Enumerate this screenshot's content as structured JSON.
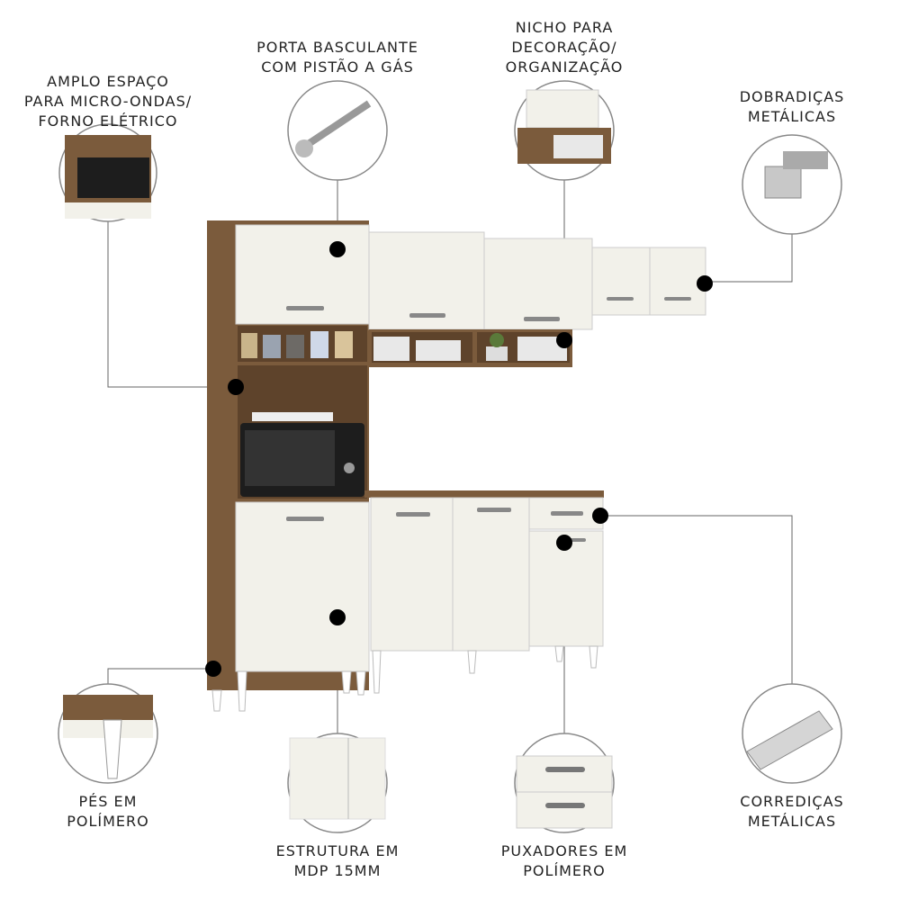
{
  "features": [
    {
      "id": "microwave",
      "lines": [
        "AMPLO ESPAÇO",
        "PARA MICRO-ONDAS/",
        "FORNO ELÉTRICO"
      ]
    },
    {
      "id": "piston",
      "lines": [
        "PORTA BASCULANTE",
        "COM PISTÃO A GÁS"
      ]
    },
    {
      "id": "niche",
      "lines": [
        "NICHO PARA",
        "DECORAÇÃO/",
        "ORGANIZAÇÃO"
      ]
    },
    {
      "id": "hinges",
      "lines": [
        "DOBRADIÇAS",
        "METÁLICAS"
      ]
    },
    {
      "id": "feet",
      "lines": [
        "PÉS EM",
        "POLÍMERO"
      ]
    },
    {
      "id": "structure",
      "lines": [
        "ESTRUTURA EM",
        "MDP 15MM"
      ]
    },
    {
      "id": "handles",
      "lines": [
        "PUXADORES EM",
        "POLÍMERO"
      ]
    },
    {
      "id": "slides",
      "lines": [
        "CORREDIÇAS",
        "METÁLICAS"
      ]
    }
  ],
  "colors": {
    "wood": "#7b5b3c",
    "door": "#f2f1ea",
    "line": "#555555",
    "dot": "#000000"
  }
}
